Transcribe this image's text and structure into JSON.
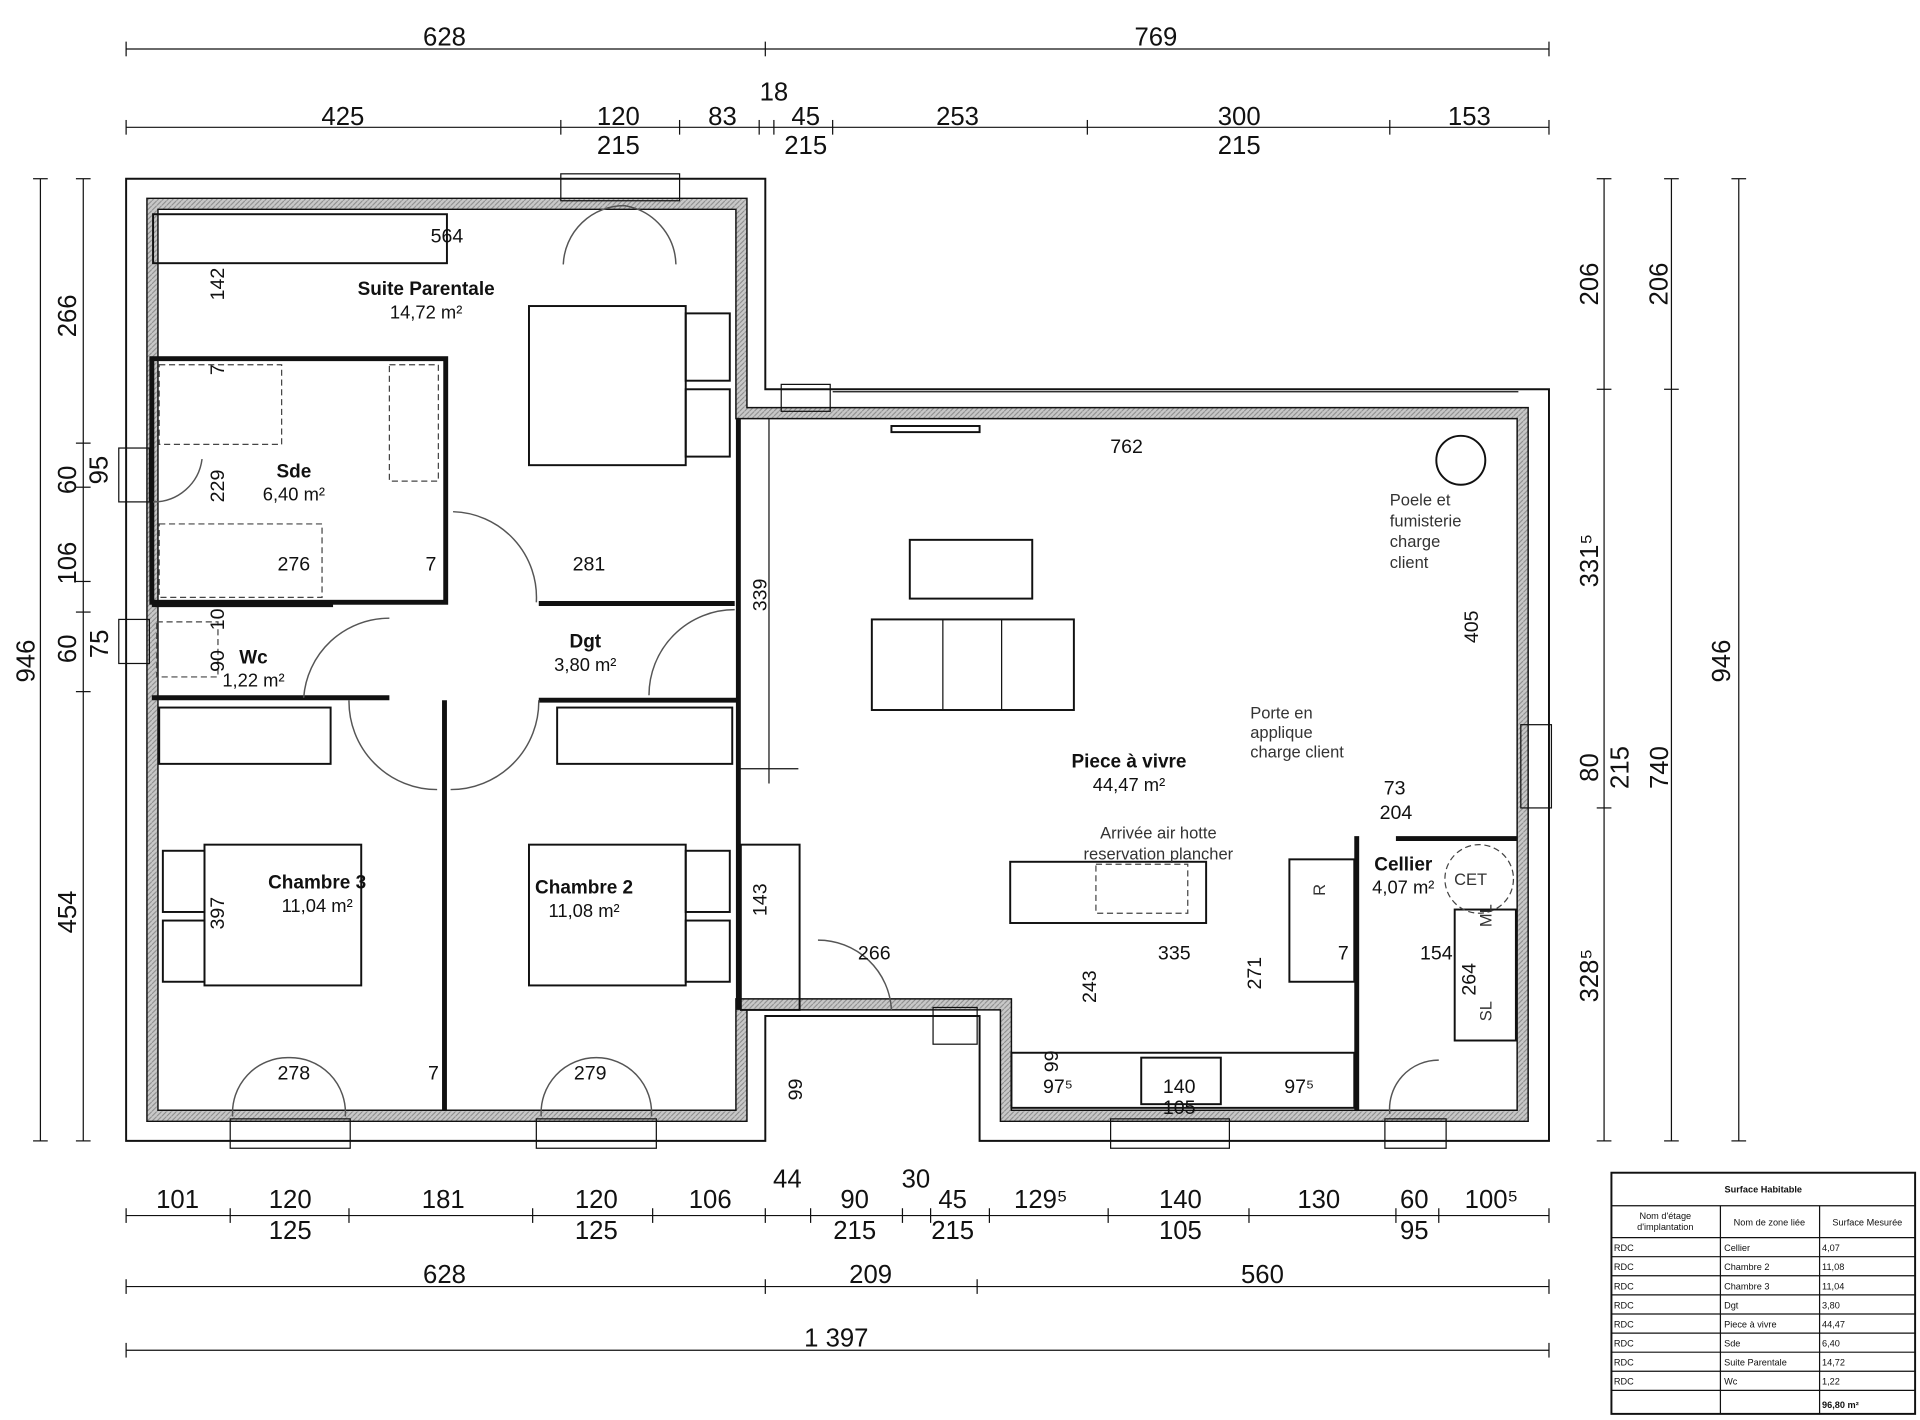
{
  "dimensions": {
    "top_overall": [
      "628",
      "769"
    ],
    "top_detail": [
      "425",
      "120",
      "215",
      "83",
      "18",
      "45",
      "215",
      "253",
      "300",
      "215",
      "153"
    ],
    "left_overall": "946",
    "left_detail": [
      "266",
      "60",
      "95",
      "106",
      "60",
      "75",
      "454"
    ],
    "right_inner": [
      "206",
      "331⁵",
      "80",
      "215",
      "328⁵"
    ],
    "right_mid": [
      "206",
      "740"
    ],
    "right_outer": "946",
    "bottom_detail": [
      "101",
      "120",
      "125",
      "181",
      "120",
      "125",
      "106",
      "44",
      "90",
      "215",
      "30",
      "45",
      "215",
      "129⁵",
      "140",
      "105",
      "130",
      "60",
      "95",
      "100⁵"
    ],
    "bottom_sub": [
      "628",
      "209",
      "560"
    ],
    "bottom_total": "1 397",
    "interior": [
      "564",
      "142",
      "7",
      "229",
      "276",
      "7",
      "281",
      "339",
      "762",
      "405",
      "10",
      "90",
      "397",
      "278",
      "7",
      "279",
      "143",
      "266",
      "335",
      "7",
      "154",
      "243",
      "271",
      "264",
      "99",
      "99",
      "97⁵",
      "140",
      "97⁵",
      "105",
      "73",
      "204"
    ]
  },
  "rooms": [
    {
      "name": "Suite Parentale",
      "area": "14,72 m²"
    },
    {
      "name": "Sde",
      "area": "6,40 m²"
    },
    {
      "name": "Wc",
      "area": "1,22 m²"
    },
    {
      "name": "Dgt",
      "area": "3,80 m²"
    },
    {
      "name": "Chambre 3",
      "area": "11,04 m²"
    },
    {
      "name": "Chambre 2",
      "area": "11,08 m²"
    },
    {
      "name": "Piece à vivre",
      "area": "44,47 m²"
    },
    {
      "name": "Cellier",
      "area": "4,07 m²"
    }
  ],
  "notes": {
    "poele": [
      "Poele et",
      "fumisterie",
      "charge",
      "client"
    ],
    "porte": [
      "Porte en",
      "applique",
      "charge client"
    ],
    "hotte": [
      "Arrivée air hotte",
      "reservation plancher"
    ]
  },
  "equipment_labels": {
    "cet": "CET",
    "fridge": "R",
    "dishwasher": "ML",
    "washer": "SL"
  },
  "surface_table": {
    "title": "Surface Habitable",
    "headers": [
      "Nom d'étage d'implantation",
      "Nom de zone liée",
      "Surface Mesurée"
    ],
    "header_lines": [
      [
        "Nom d'étage",
        "d'implantation"
      ],
      [
        "Nom de zone liée"
      ],
      [
        "Surface Mesurée"
      ]
    ],
    "rows": [
      [
        "RDC",
        "Cellier",
        "4,07"
      ],
      [
        "RDC",
        "Chambre 2",
        "11,08"
      ],
      [
        "RDC",
        "Chambre 3",
        "11,04"
      ],
      [
        "RDC",
        "Dgt",
        "3,80"
      ],
      [
        "RDC",
        "Piece à vivre",
        "44,47"
      ],
      [
        "RDC",
        "Sde",
        "6,40"
      ],
      [
        "RDC",
        "Suite Parentale",
        "14,72"
      ],
      [
        "RDC",
        "Wc",
        "1,22"
      ]
    ],
    "total": "96,80 m²"
  }
}
